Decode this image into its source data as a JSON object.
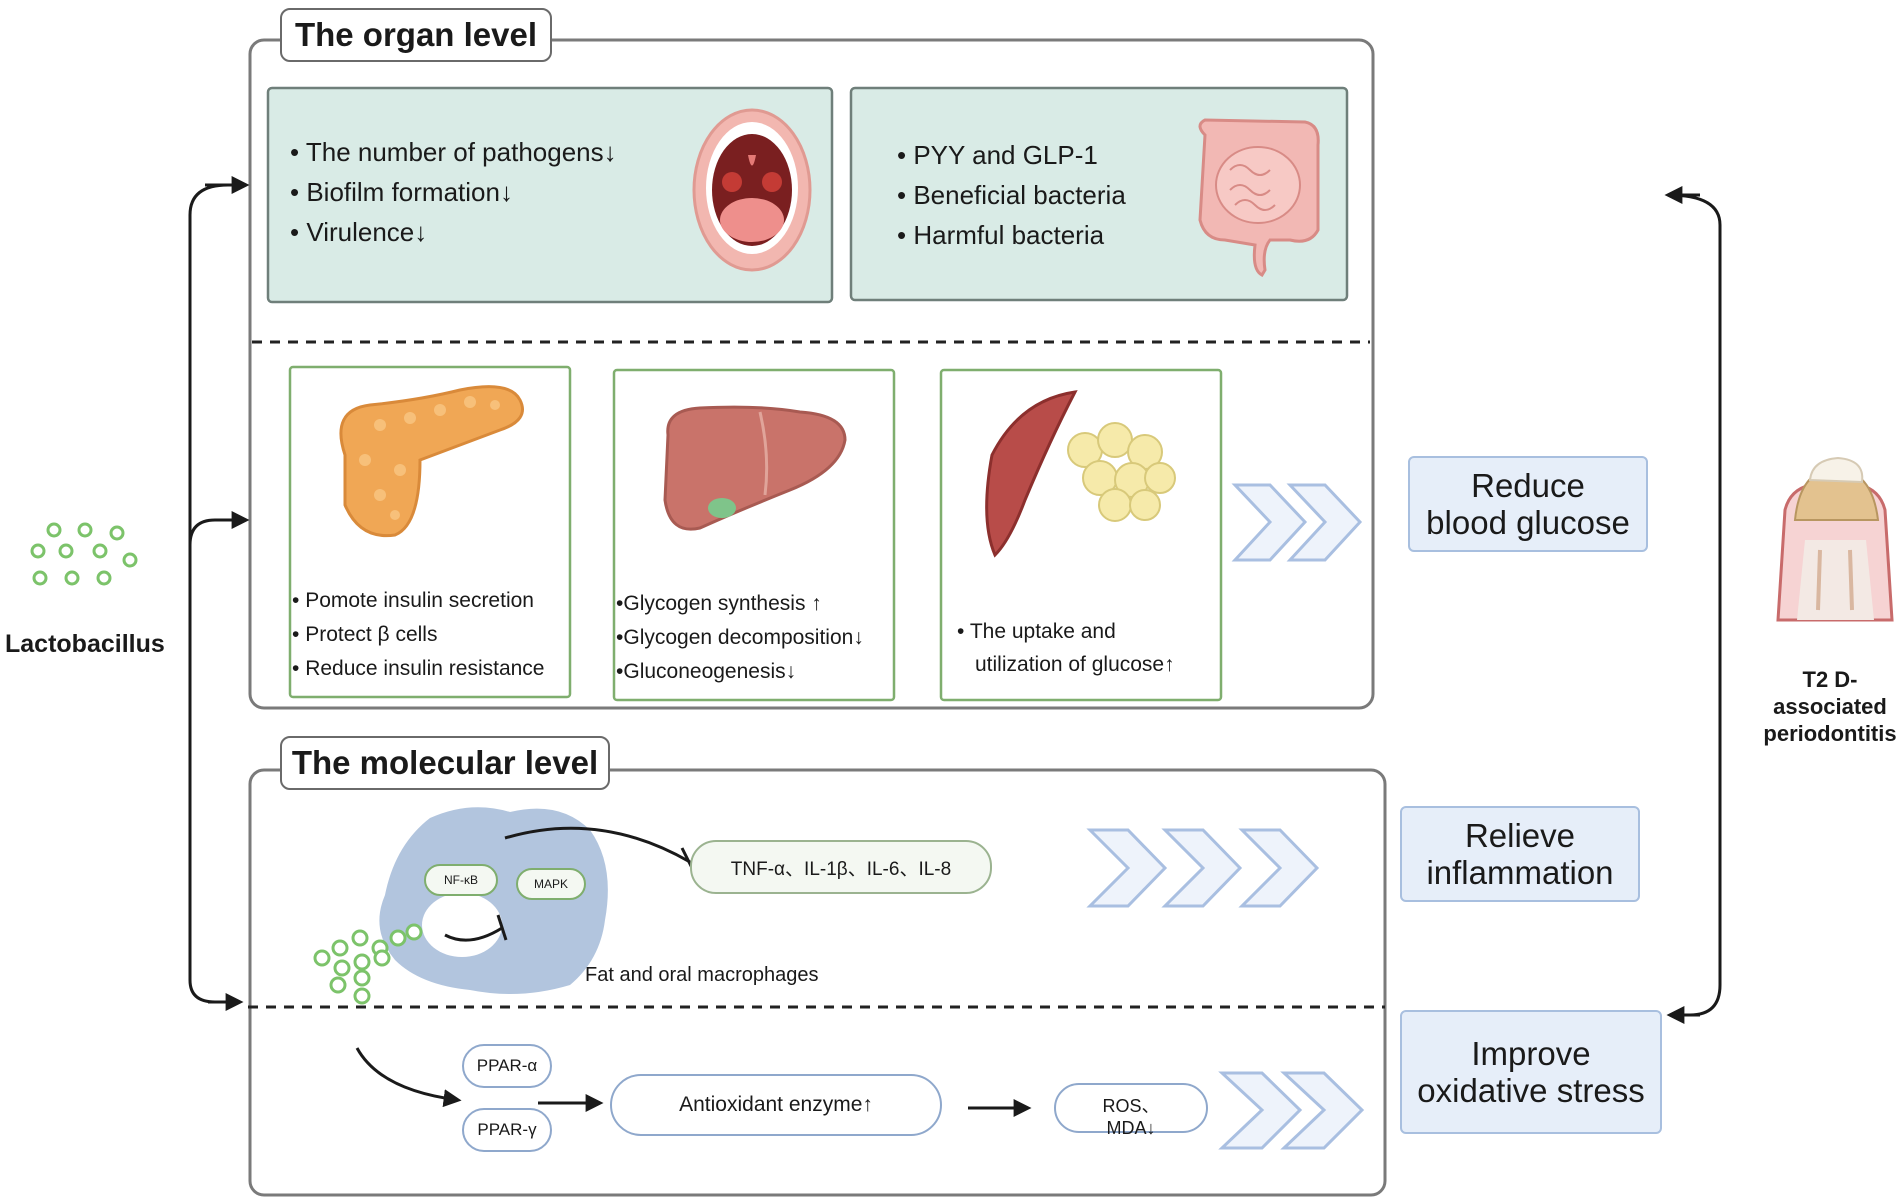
{
  "organ_level": {
    "title": "The organ level",
    "oral_panel": {
      "items": [
        "The number of pathogens↓",
        "Biofilm formation↓",
        "Virulence↓"
      ],
      "icon": "open-mouth-icon"
    },
    "gut_panel": {
      "items": [
        "PYY and GLP-1",
        "Beneficial bacteria",
        "Harmful bacteria"
      ],
      "icon": "intestine-icon"
    },
    "pancreas_panel": {
      "items": [
        "Pomote insulin secretion",
        "Protect β cells",
        "Reduce insulin resistance"
      ],
      "icon": "pancreas-icon"
    },
    "liver_panel": {
      "items": [
        "Glycogen synthesis ↑",
        "Glycogen decomposition↓",
        "Gluconeogenesis↓"
      ],
      "icon": "liver-icon"
    },
    "muscle_fat_panel": {
      "line1": "The uptake and",
      "line2": "utilization of glucose↑",
      "icon": "muscle-adipose-icon"
    }
  },
  "molecular_level": {
    "title": "The molecular level",
    "nfkb": "NF-κB",
    "mapk": "MAPK",
    "cytokines": "TNF-α、IL-1β、IL-6、IL-8",
    "macrophage_label": "Fat and oral macrophages",
    "ppar_a": "PPAR-α",
    "ppar_g": "PPAR-γ",
    "antioxidant": "Antioxidant enzyme↑",
    "ros_line1": "ROS、",
    "ros_line2": "MDA↓"
  },
  "outcomes": {
    "glucose": {
      "line1": "Reduce",
      "line2": "blood glucose"
    },
    "inflammation": {
      "line1": "Relieve",
      "line2": "inflammation"
    },
    "oxidative": {
      "line1": "Improve",
      "line2": "oxidative stress"
    }
  },
  "left_label": "Lactobacillus",
  "right_label": {
    "line1": "T2 D-",
    "line2": "associated",
    "line3": "periodontitis"
  },
  "colors": {
    "panel_teal": "#d9ebe6",
    "panel_green_border": "#7fae6e",
    "outcome_fill": "#e6eef9",
    "chevron": "#b3c6e3",
    "bacteria": "#7cc36a"
  }
}
